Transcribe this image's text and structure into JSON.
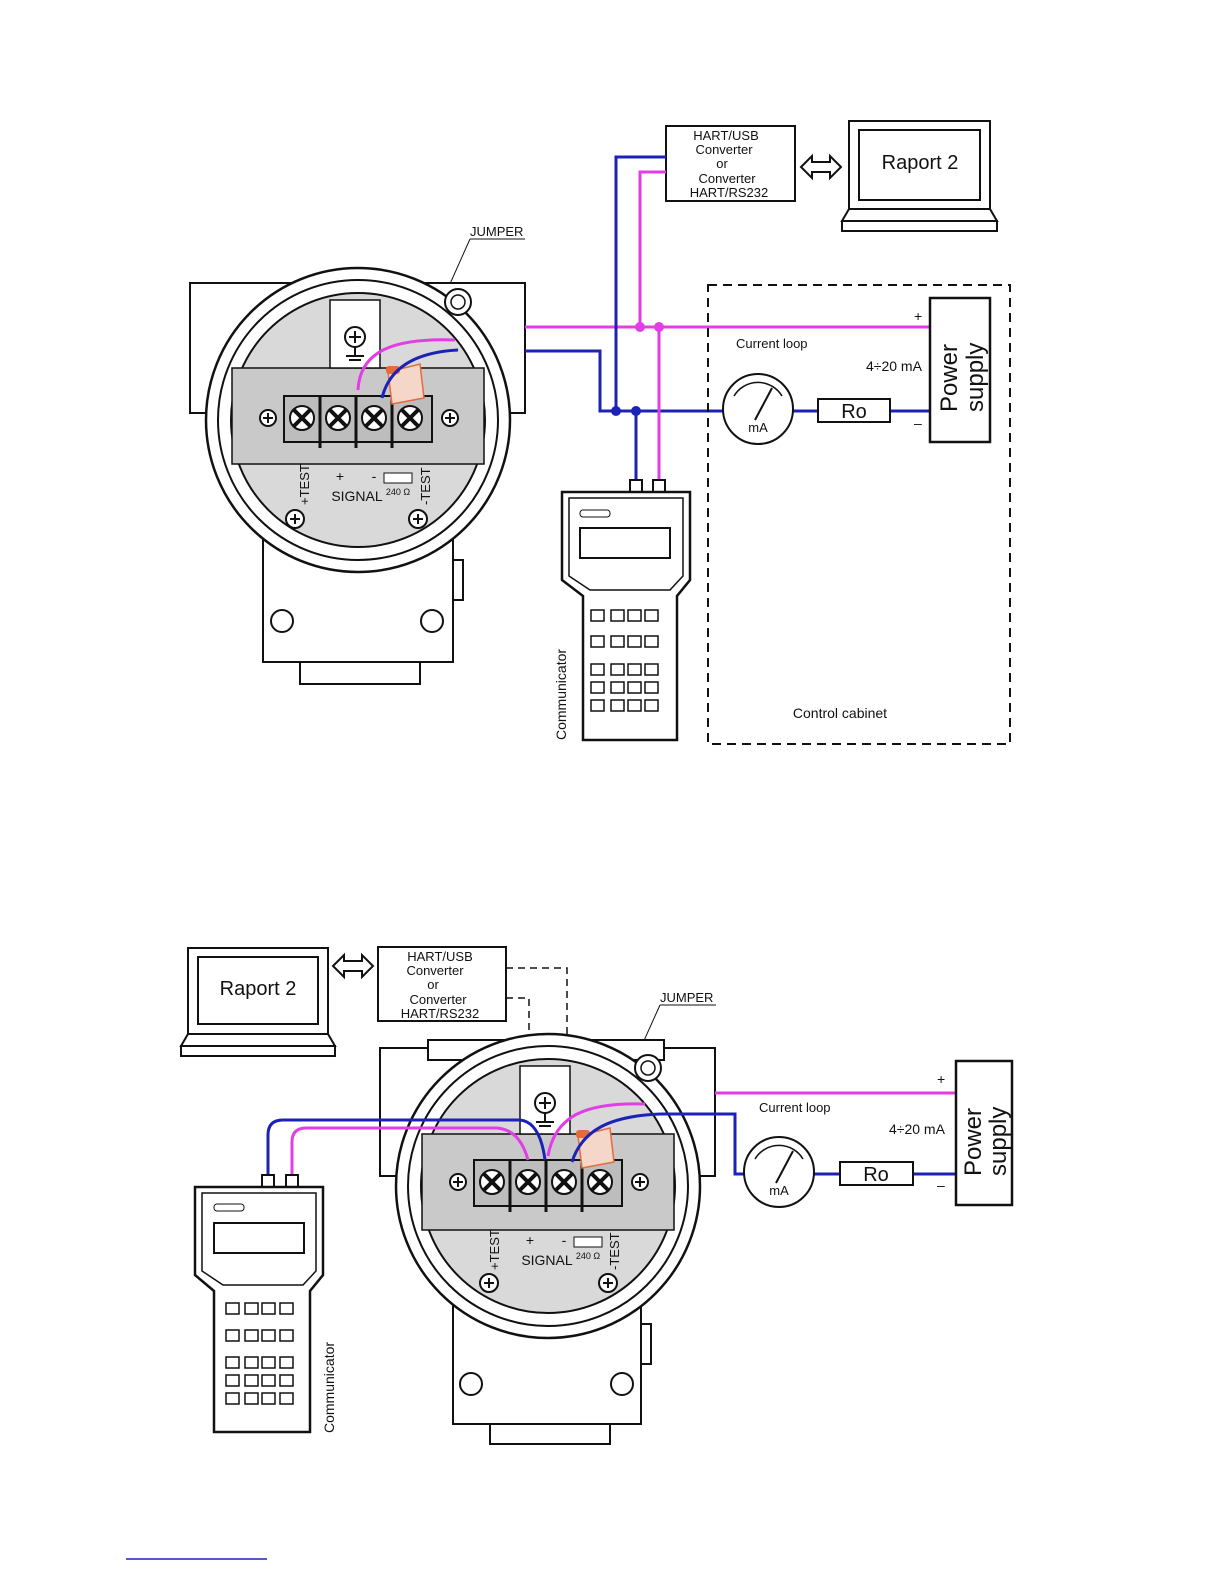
{
  "labels": {
    "converter_line1": "HART/USB",
    "converter_line2": "Converter",
    "converter_line3": "or",
    "converter_line4": "Converter",
    "converter_line5": "HART/RS232",
    "pc_software": "Raport 2",
    "jumper": "JUMPER",
    "current_loop": "Current  loop",
    "current_range": "4÷20 mA",
    "power_supply_line1": "Power",
    "power_supply_line2": "supply",
    "resistor": "Ro",
    "meter_unit": "mA",
    "plus": "+",
    "minus": "–",
    "communicator": "Communicator",
    "control_cabinet": "Control cabinet",
    "signal": "SIGNAL",
    "signal_plus": "+",
    "signal_minus": "-",
    "test_plus": "+TEST",
    "test_minus": "-TEST",
    "resistance": "240 Ω"
  },
  "colors": {
    "wire_blue": "#1c22b5",
    "wire_magenta": "#e23ee6",
    "outline": "#111111",
    "housing_fill": "#d6d6d6",
    "terminal_fill": "#bdbdbd",
    "jumper_tab": "#e66a3a"
  },
  "icons": [
    "laptop-icon",
    "double-arrow-icon",
    "ground-icon",
    "ammeter-icon",
    "resistor-icon",
    "terminal-screw-icon"
  ]
}
